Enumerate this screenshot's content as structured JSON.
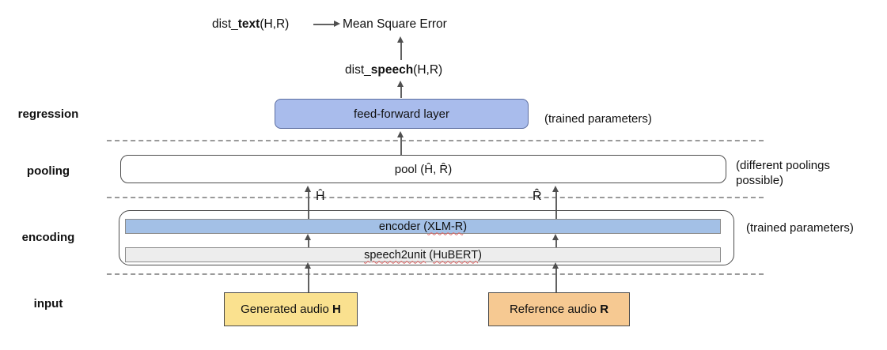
{
  "colors": {
    "ffBlue": "#a9bcec",
    "encoderBlue": "#a3c0e6",
    "unitGray": "#ededed",
    "inputYellow": "#fae18f",
    "inputOrange": "#f6c992"
  },
  "top": {
    "dist_text": {
      "pre": "dist_",
      "bold": "text",
      "post": "(H,R)"
    },
    "mse": "Mean Square Error",
    "dist_speech": {
      "pre": "dist_",
      "bold": "speech",
      "post": "(H,R)"
    }
  },
  "labels": {
    "regression": "regression",
    "pooling": "pooling",
    "encoding": "encoding",
    "input": "input"
  },
  "regression": {
    "box": "feed-forward layer",
    "note": "(trained parameters)"
  },
  "pooling": {
    "box": "pool (Ĥ, R̂)",
    "note_line1": "(different poolings",
    "note_line2": "possible)"
  },
  "encoding": {
    "encoder": {
      "pre": "encoder (",
      "term": "XLM-R",
      "post": ")"
    },
    "speech2unit": {
      "term1": "speech2unit",
      "mid": " (",
      "term2": "HuBERT",
      "post": ")"
    },
    "note": "(trained parameters)"
  },
  "input": {
    "generated": {
      "pre": "Generated audio ",
      "bold": "H"
    },
    "reference": {
      "pre": "Reference audio ",
      "bold": "R"
    }
  },
  "signals": {
    "h_hat": "Ĥ",
    "r_hat": "R̂"
  }
}
